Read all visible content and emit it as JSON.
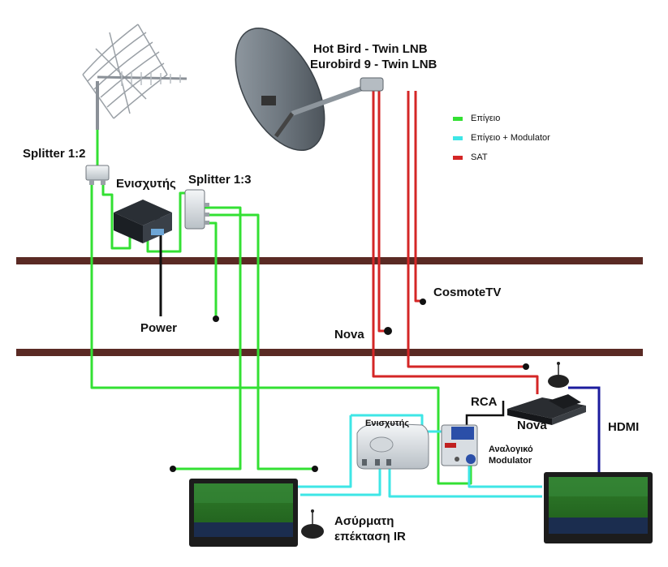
{
  "labels": {
    "lnb_line1": "Hot Bird - Twin LNB",
    "lnb_line2": "Eurobird 9 - Twin LNB",
    "splitter_1_2": "Splitter 1:2",
    "amplifier_top": "Ενισχυτής",
    "splitter_1_3": "Splitter 1:3",
    "power": "Power",
    "cosmotetv": "CosmoteTV",
    "nova_outlet": "Nova",
    "rca": "RCA",
    "nova_receiver": "Nova",
    "hdmi": "HDMI",
    "amplifier_bottom": "Ενισχυτής",
    "modulator_line1": "Αναλογικό",
    "modulator_line2": "Modulator",
    "ir_line1": "Ασύρματη",
    "ir_line2": "επέκταση IR"
  },
  "legend": [
    {
      "label": "Επίγειο",
      "color": "#33e033"
    },
    {
      "label": "Επίγειο + Modulator",
      "color": "#3ee6e6"
    },
    {
      "label": "SAT",
      "color": "#d42626"
    }
  ],
  "colors": {
    "terrestrial": "#33e033",
    "modulator": "#3ee6e6",
    "sat": "#d42626",
    "hdmi": "#1c1c9e",
    "floor": "#5a2a24",
    "power": "#111111"
  }
}
